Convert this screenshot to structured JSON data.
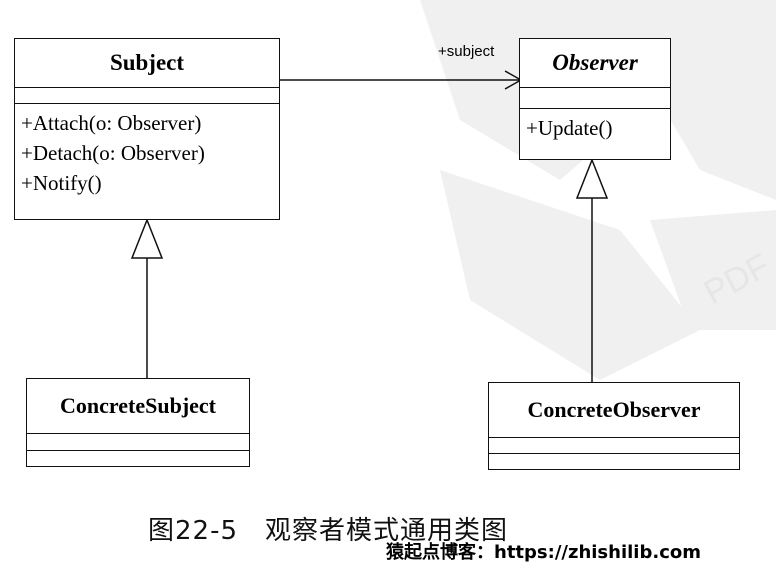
{
  "subject": {
    "name": "Subject",
    "operations": [
      "+Attach(o: Observer)",
      "+Detach(o: Observer)",
      "+Notify()"
    ]
  },
  "observer": {
    "name": "Observer",
    "operations": [
      "+Update()"
    ]
  },
  "concrete_subject": {
    "name": "ConcreteSubject"
  },
  "concrete_observer": {
    "name": "ConcreteObserver"
  },
  "association": {
    "role_label": "+subject"
  },
  "caption": "图22-5　观察者模式通用类图",
  "site_watermark": "猿起点博客：https://zhishilib.com",
  "background_watermark": "PDF",
  "colors": {
    "line": "#111111",
    "watermark": "#f0f0f0"
  }
}
